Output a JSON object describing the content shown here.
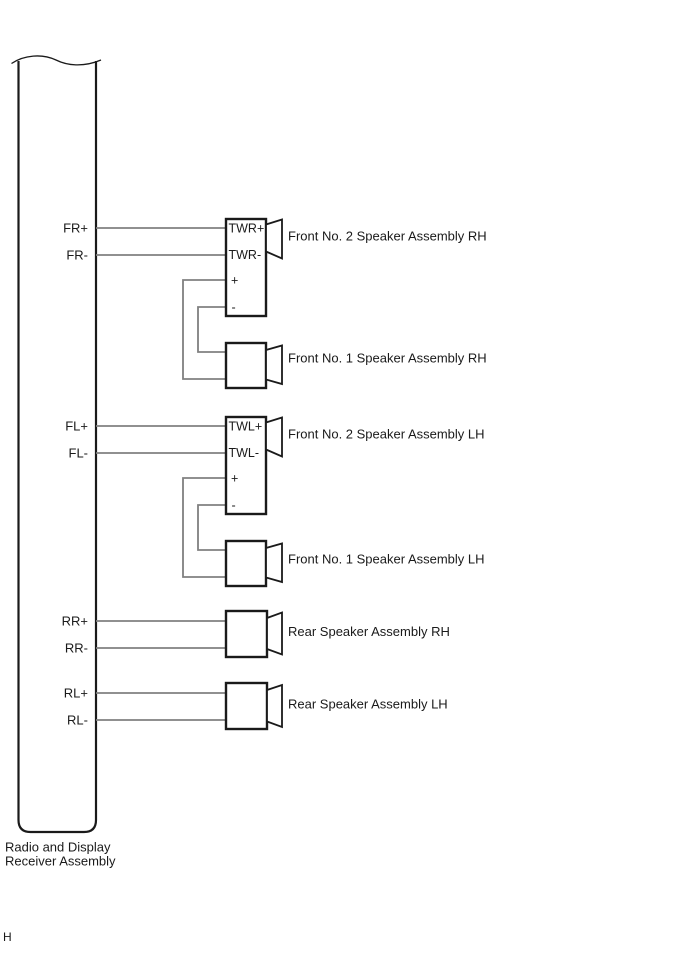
{
  "diagram": {
    "title_hint": "speaker wiring diagram",
    "colors": {
      "outline": "#1a1a1a",
      "wire": "#808080",
      "text": "#000000",
      "background": "#ffffff"
    },
    "receiver": {
      "label_line1": "Radio and Display",
      "label_line2": "Receiver Assembly",
      "pins": [
        "FR+",
        "FR-",
        "FL+",
        "FL-",
        "RR+",
        "RR-",
        "RL+",
        "RL-"
      ]
    },
    "speakers": [
      {
        "name": "Front No. 2 Speaker Assembly RH",
        "terminals": [
          "TWR+",
          "TWR-",
          "+",
          "-"
        ]
      },
      {
        "name": "Front No. 1 Speaker Assembly RH",
        "terminals": []
      },
      {
        "name": "Front No. 2 Speaker Assembly LH",
        "terminals": [
          "TWL+",
          "TWL-",
          "+",
          "-"
        ]
      },
      {
        "name": "Front No. 1 Speaker Assembly LH",
        "terminals": []
      },
      {
        "name": "Rear Speaker Assembly RH",
        "terminals": []
      },
      {
        "name": "Rear Speaker Assembly LH",
        "terminals": []
      }
    ],
    "page_mark": "H"
  }
}
